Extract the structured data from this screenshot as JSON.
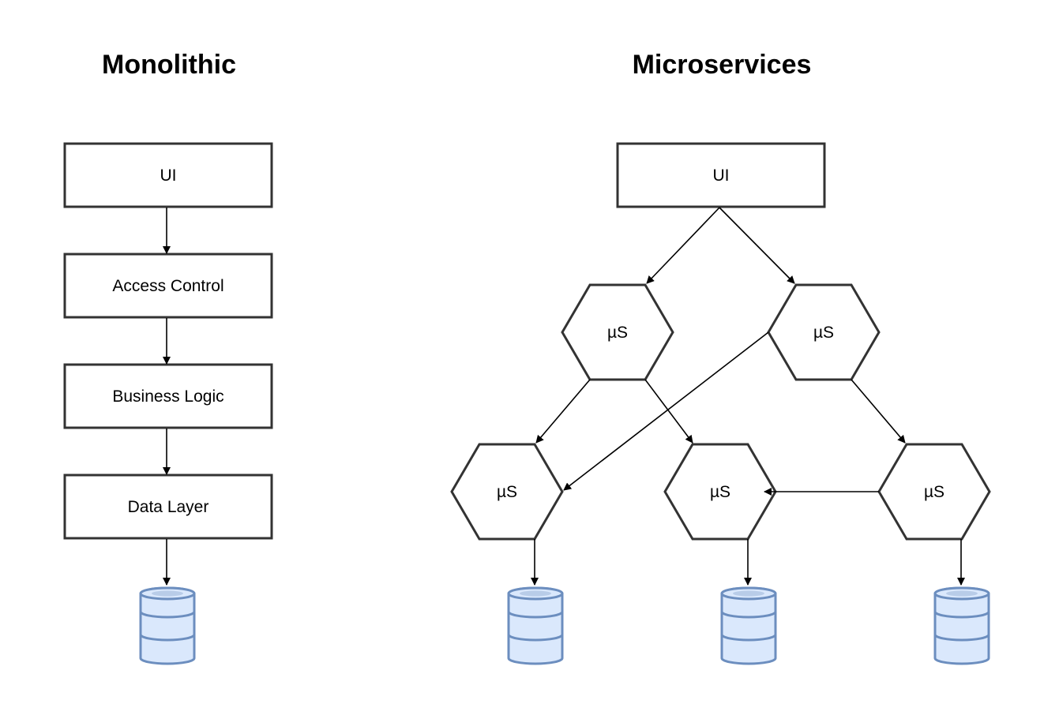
{
  "monolithic": {
    "title": "Monolithic",
    "layers": [
      {
        "label": "UI"
      },
      {
        "label": "Access Control"
      },
      {
        "label": "Business Logic"
      },
      {
        "label": "Data Layer"
      }
    ]
  },
  "microservices": {
    "title": "Microservices",
    "ui_label": "UI",
    "service_label": "µS"
  },
  "colors": {
    "box_stroke": "#333333",
    "database_fill": "#dae8fc",
    "database_stroke": "#6c8ebf"
  }
}
